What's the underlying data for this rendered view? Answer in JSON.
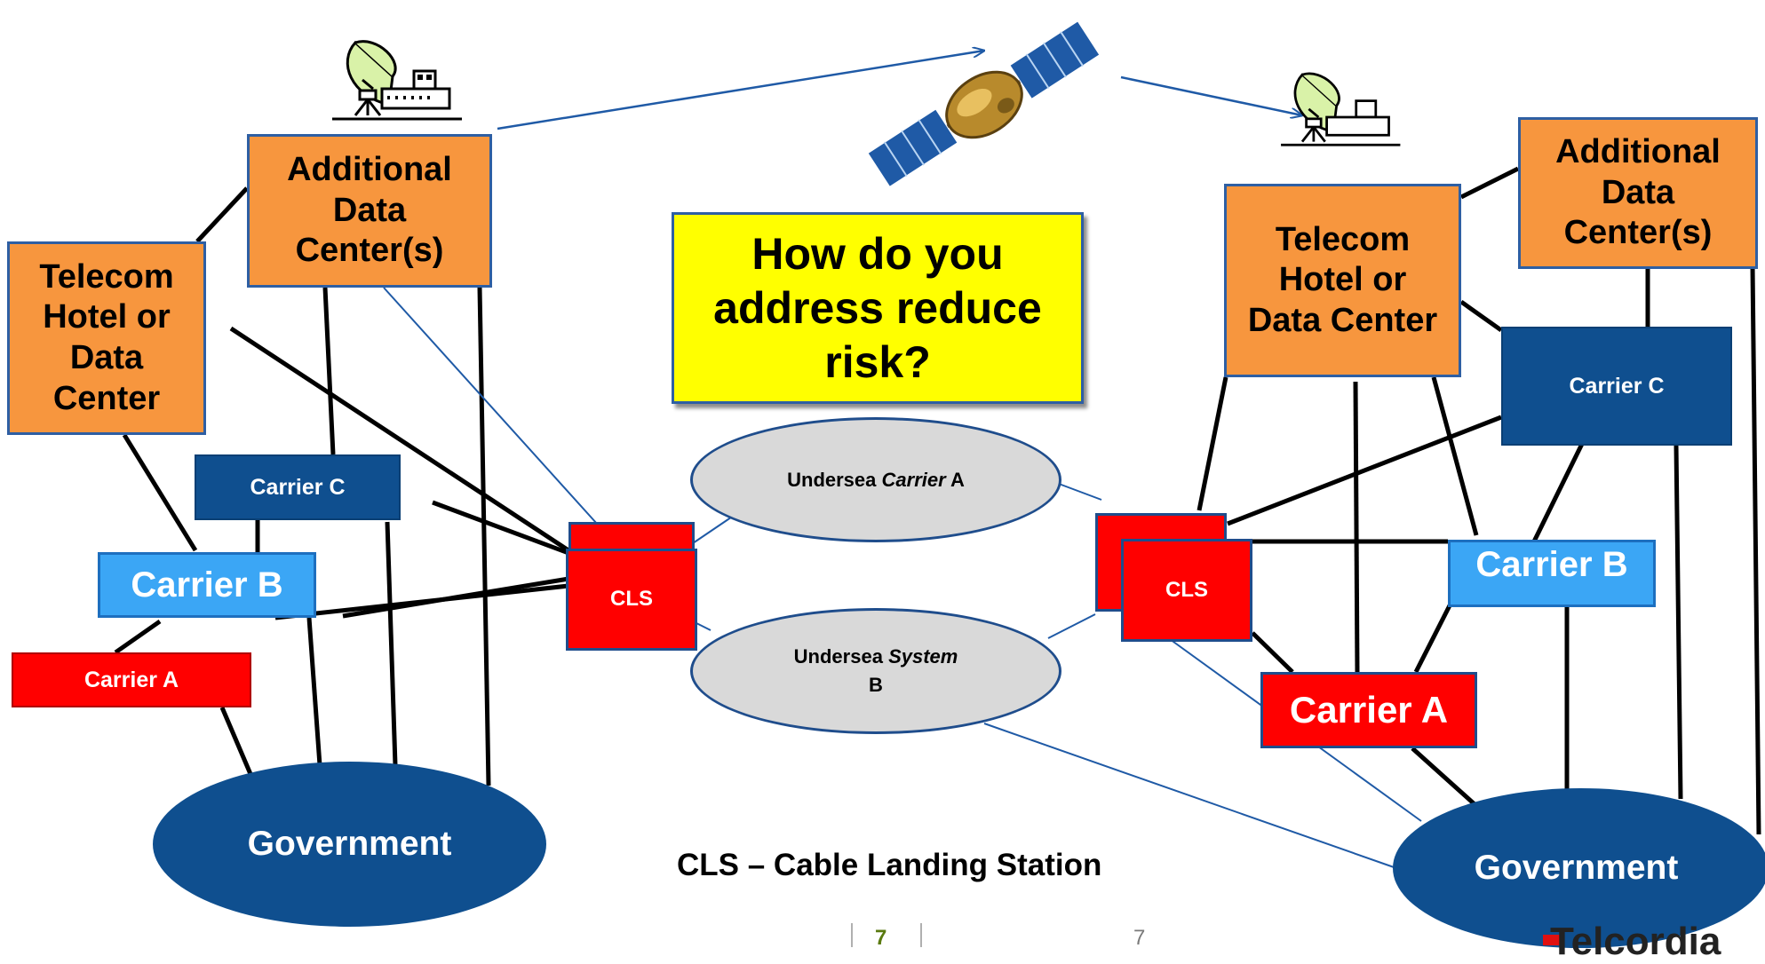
{
  "question": "How do you address reduce risk?",
  "left": {
    "additional_dc": "Additional Data Center(s)",
    "telecom_hotel": "Telecom Hotel or Data Center",
    "carrier_c": "Carrier C",
    "carrier_b": "Carrier B",
    "carrier_a": "Carrier A",
    "cls": "CLS",
    "government": "Government"
  },
  "right": {
    "additional_dc": "Additional Data Center(s)",
    "telecom_hotel": "Telecom Hotel or Data Center",
    "carrier_c": "Carrier C",
    "carrier_b": "Carrier B",
    "carrier_a": "Carrier A",
    "cls": "CLS",
    "government": "Government"
  },
  "undersea": {
    "carrier_a_prefix": "Undersea",
    "carrier_a_italic": "Carrier",
    "carrier_a_suffix": "A",
    "system_b_prefix": "Undersea",
    "system_b_italic": "System",
    "system_b_suffix": "B"
  },
  "legend": "CLS – Cable Landing Station",
  "page_number_left": "7",
  "page_number_right": "7",
  "logo_text": "Telcordia",
  "icons": [
    "satellite-dish-icon",
    "satellite-dish-icon",
    "satellite-icon"
  ],
  "colors": {
    "orange": "#f7963e",
    "navy": "#0f4f8f",
    "light_blue": "#3ba6f5",
    "red": "#ff0000",
    "yellow": "#ffff00",
    "gray": "#d9d9d9"
  }
}
